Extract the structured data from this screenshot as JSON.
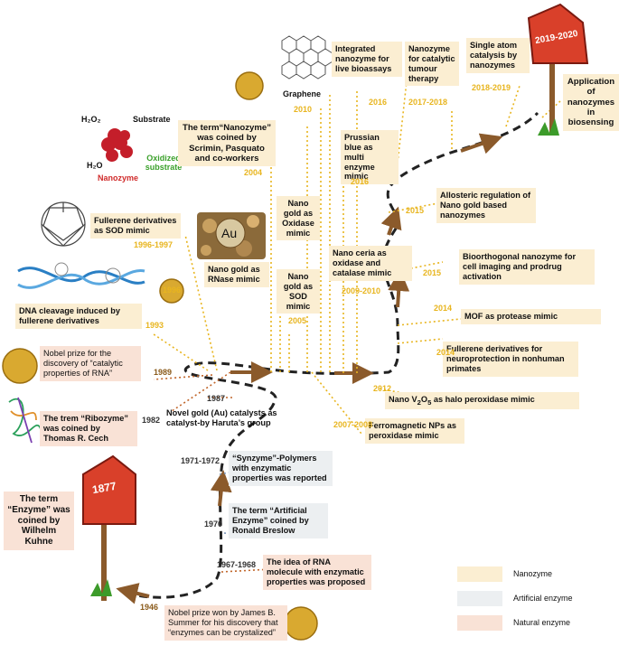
{
  "boxes": {
    "enzyme_1877": "The term “Enzyme” was coined by Wilhelm Kuhne",
    "summer_1946": "Nobel prize won by James B. Summer for his discovery that “enzymes can be crystalized”",
    "rna_1967": "The idea of RNA molecule with enzymatic properties was proposed",
    "breslow_1970": "The term “Artificial Enzyme” coined by Ronald Breslow",
    "synzyme_1971": "“Synzyme”-Polymers with enzymatic properties was reported",
    "ribozyme_1982": "The trem “Ribozyme” was coined by Thomas R. Cech",
    "haruta_1987": "Novel gold (Au) catalysts as catalyst-by Haruta’s group",
    "nobel_1989": "Nobel prize for the discovery of “catalytic properties of RNA”",
    "dna_1993": "DNA cleavage induced by fullerene derivatives",
    "fullerene_sod": "Fullerene derivatives as SOD mimic",
    "rnase": "Nano gold as RNase mimic",
    "nanozyme_term": "The term“Nanozyme” was coined by Scrimin, Pasquato and co-workers",
    "oxidase": "Nano gold as Oxidase mimic",
    "sod_2005": "Nano gold as SOD mimic",
    "ferro": "Ferromagnetic NPs as peroxidase mimic",
    "ceria": "Nano ceria as oxidase and catalase mimic",
    "prussian": "Prussian blue as multi enzyme mimic",
    "integrated": "Integrated nanozyme for live bioassays",
    "tumour": "Nanozyme for catalytic tumour therapy",
    "single_atom": "Single atom catalysis by nanozymes",
    "application": "Application of nanozymes in biosensing",
    "allosteric": "Allosteric regulation of Nano gold based nanozymes",
    "bioorthogonal": "Bioorthogonal nanozyme for cell imaging and prodrug activation",
    "mof": "MOF as protease mimic",
    "neuro": "Fullerene derivatives for neuroprotection in nonhuman primates",
    "halo_prefix": "Nano V",
    "halo_sub1": "2",
    "halo_mid": "O",
    "halo_sub2": "5",
    "halo_suffix": " as halo peroxidase mimic"
  },
  "years": {
    "y1946": "1946",
    "y1967": "1967-1968",
    "y1970": "1970",
    "y1971": "1971-1972",
    "y1982": "1982",
    "y1987": "1987",
    "y1989": "1989",
    "y1993": "1993",
    "y1996": "1996",
    "y1996_97": "1996-1997",
    "y2004": "2004",
    "y2005": "2005",
    "y2007": "2007-2008",
    "y2009": "2009-2010",
    "y2010": "2010",
    "y2012": "2012",
    "y2014a": "2014",
    "y2014b": "2014",
    "y2015a": "2015",
    "y2015b": "2015",
    "y2016a": "2016",
    "y2016b": "2016",
    "y2017": "2017-2018",
    "y2018": "2018-2019"
  },
  "labels": {
    "h2o2": "H₂O₂",
    "h2o": "H₂O",
    "substrate": "Substrate",
    "oxidized": "Oxidized substrate",
    "nanozyme_lbl": "Nanozyme",
    "graphene": "Graphene",
    "au": "Au",
    "sign_start": "1877",
    "sign_end": "2019-2020"
  },
  "legend": [
    {
      "label": "Nanozyme",
      "color": "#fbeed2"
    },
    {
      "label": "Artificial enzyme",
      "color": "#eceff1"
    },
    {
      "label": "Natural enzyme",
      "color": "#f9e2d6"
    }
  ],
  "colors": {
    "nanozyme_year": "#e8b51f",
    "arrow": "#8b5a2b",
    "sign": "#d9402a"
  }
}
